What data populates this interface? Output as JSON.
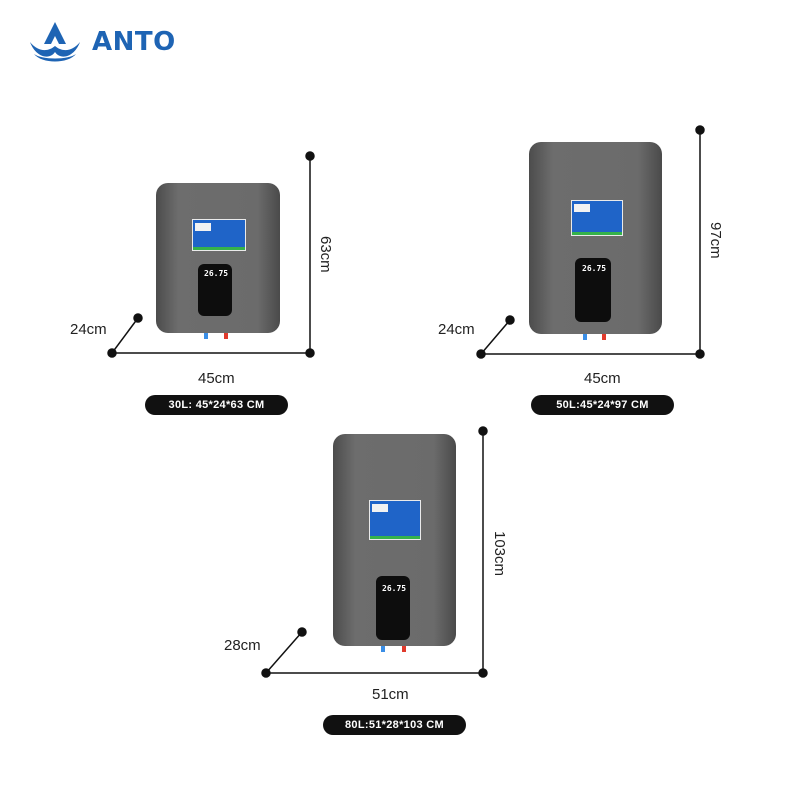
{
  "brand": {
    "name": "ANTO",
    "color": "#1e64b4"
  },
  "colors": {
    "pill_bg": "#111111",
    "heater_body": "#6b6b6b",
    "label_blue": "#1f64c8",
    "label_green": "#35b24a",
    "cold_pipe": "#3a8ee6",
    "hot_pipe": "#e03a2c"
  },
  "icons": {
    "logo": "anto-logo-icon"
  },
  "display_reading": "26.75",
  "models": [
    {
      "width": "45cm",
      "depth": "24cm",
      "height": "63cm",
      "spec": "30L: 45*24*63 CM"
    },
    {
      "width": "45cm",
      "depth": "24cm",
      "height": "97cm",
      "spec": "50L:45*24*97 CM"
    },
    {
      "width": "51cm",
      "depth": "28cm",
      "height": "103cm",
      "spec": "80L:51*28*103 CM"
    }
  ]
}
